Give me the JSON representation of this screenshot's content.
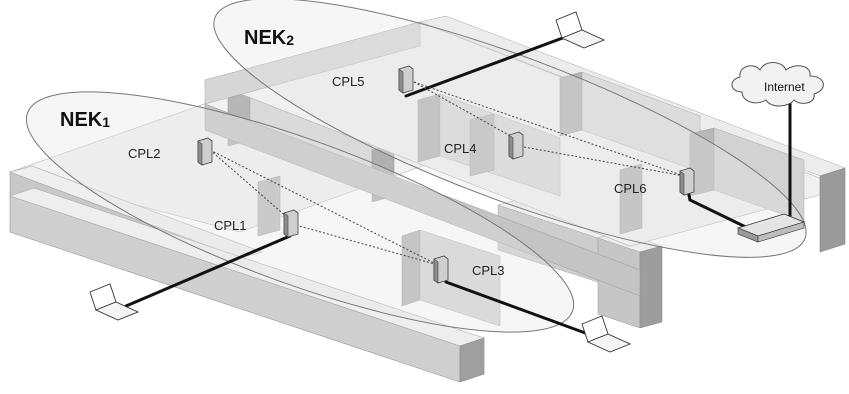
{
  "networks": [
    {
      "name": "NEK",
      "index": "1"
    },
    {
      "name": "NEK",
      "index": "2"
    }
  ],
  "adapters": [
    "CPL1",
    "CPL2",
    "CPL3",
    "CPL4",
    "CPL5",
    "CPL6"
  ],
  "internet_label": "Internet",
  "colors": {
    "wall_top": "#f1f1f1",
    "wall_front": "#c9c9c9",
    "wall_side": "#a9a9a9",
    "ellipse_stroke": "#777777",
    "ellipse_fill": "#eeeeee",
    "cable": "#111111",
    "link": "#444444"
  }
}
